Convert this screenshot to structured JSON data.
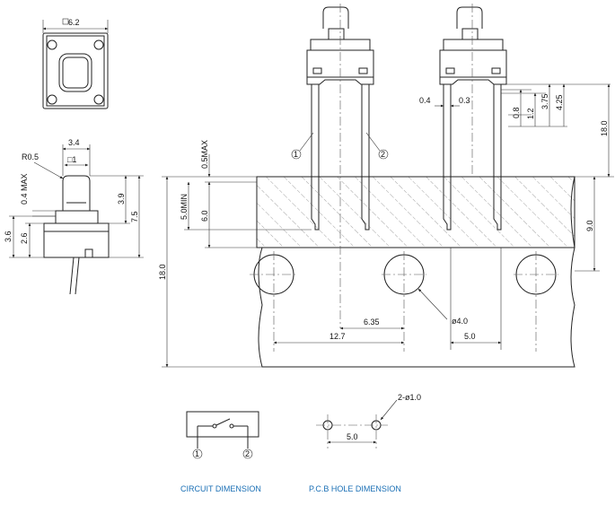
{
  "top_view": {
    "size": "6.2"
  },
  "side_view": {
    "width": "3.4",
    "stem_symbol": "□1",
    "radius": "R0.5",
    "gap": "0.4 MAX",
    "stem_height": "3.9",
    "total_height": "7.5",
    "body_height": "3.6",
    "base_height": "2.6"
  },
  "pcb_view": {
    "max_protrusion": "0.5MAX",
    "min_depth": "5.0MIN",
    "lead_depth": "6.0",
    "board_height": "18.0",
    "tape_height": "18.0",
    "hole_row": "9.0",
    "pitch_half": "6.35",
    "pitch": "12.7",
    "hole_spacing": "5.0",
    "hole_dia": "ø4.0",
    "pin1": "1",
    "pin2": "2"
  },
  "lead_detail": {
    "left_width": "0.4",
    "right_width": "0.3",
    "d1": "0.8",
    "d2": "1.2",
    "d3": "3.75",
    "d4": "4.25"
  },
  "circuit": {
    "pin1": "1",
    "pin2": "2",
    "caption": "CIRCUIT DIMENSION"
  },
  "pcb_hole": {
    "holes": "2-ø1.0",
    "spacing": "5.0",
    "caption": "P.C.B HOLE DIMENSION"
  }
}
